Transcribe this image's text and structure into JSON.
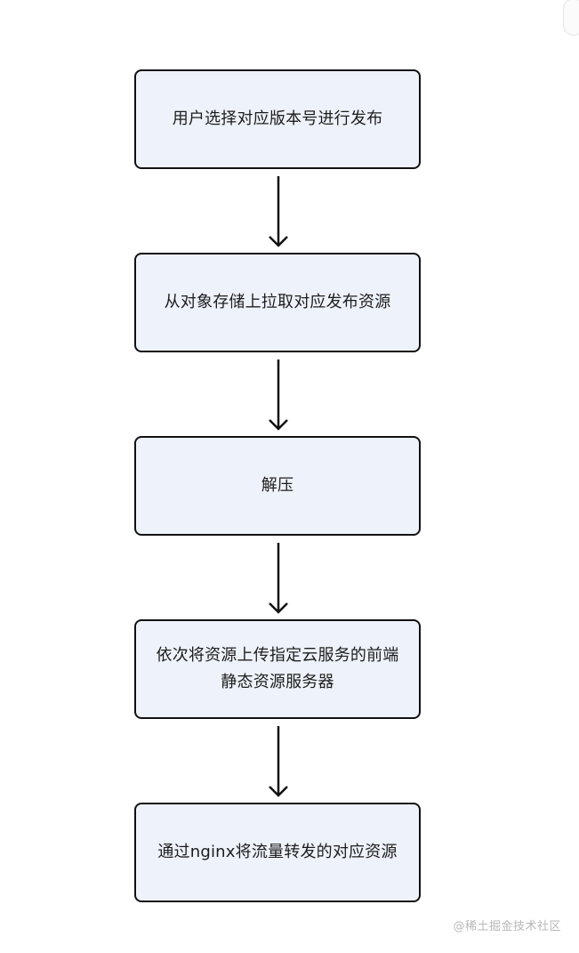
{
  "flowchart": {
    "steps": [
      {
        "label": "用户选择对应版本号进行发布"
      },
      {
        "label": "从对象存储上拉取对应发布资源"
      },
      {
        "label": "解压"
      },
      {
        "label": "依次将资源上传指定云服务的前端\n静态资源服务器"
      },
      {
        "label": "通过nginx将流量转发的对应资源"
      }
    ]
  },
  "watermark": "@稀土掘金技术社区",
  "colors": {
    "node_fill": "#eef2fa",
    "node_border": "#111111",
    "arrow": "#111111"
  }
}
